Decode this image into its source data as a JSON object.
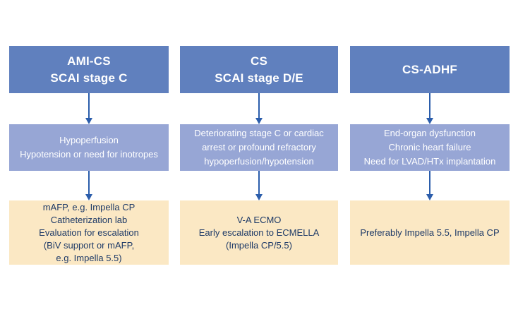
{
  "colors": {
    "header_bg": "#6080BE",
    "criteria_bg": "#97A6D5",
    "treatment_bg": "#FBE8C4",
    "arrow": "#2B5DAB",
    "header_text": "#FFFFFF",
    "treatment_text": "#1E3A67",
    "page_bg": "#FFFFFF"
  },
  "columns": [
    {
      "header": "AMI-CS\nSCAI stage C",
      "criteria": "Hypoperfusion\nHypotension or need for inotropes",
      "treatment": "mAFP, e.g. Impella CP\nCatheterization lab\nEvaluation for escalation\n(BiV support or mAFP,\ne.g. Impella 5.5)"
    },
    {
      "header": "CS\nSCAI stage D/E",
      "criteria": "Deteriorating stage C or cardiac\narrest or profound refractory\nhypoperfusion/hypotension",
      "treatment": "V-A ECMO\nEarly escalation to ECMELLA\n(Impella CP/5.5)"
    },
    {
      "header": "CS-ADHF",
      "criteria": "End-organ dysfunction\nChronic heart failure\nNeed for LVAD/HTx implantation",
      "treatment": "Preferably Impella 5.5, Impella CP"
    }
  ]
}
